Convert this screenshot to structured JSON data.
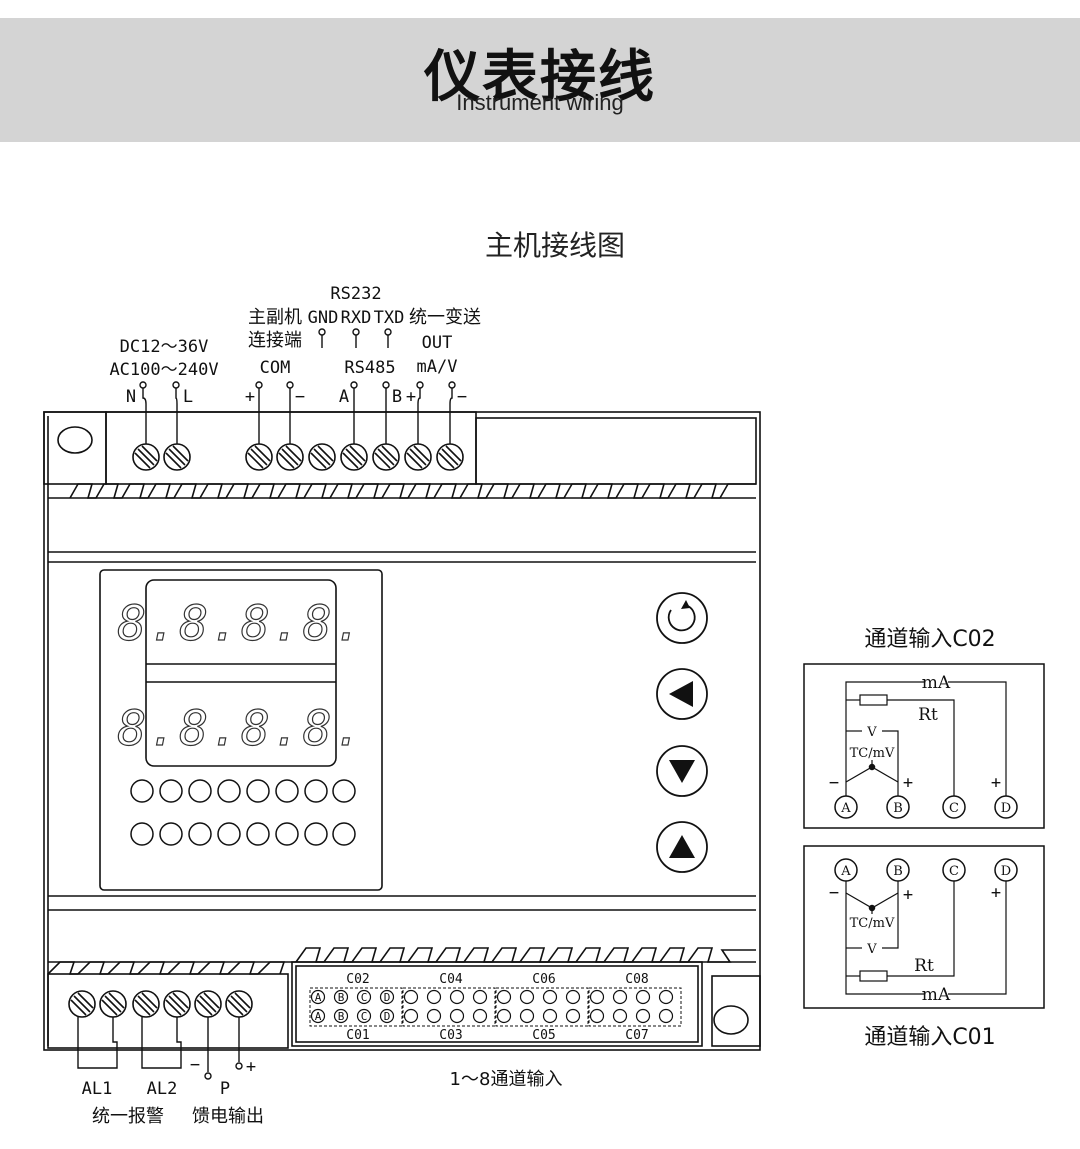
{
  "header": {
    "title": "仪表接线",
    "subtitle": "Instrument wiring"
  },
  "diagram": {
    "title": "主机接线图",
    "power": {
      "label_dc": "DC12～36V",
      "label_ac": "AC100～240V",
      "pin_n": "N",
      "pin_l": "L"
    },
    "com": {
      "label_line1": "主副机",
      "label_line2": "连接端",
      "label": "COM",
      "plus": "+",
      "minus": "−"
    },
    "rs232": {
      "label": "RS232",
      "gnd": "GND",
      "rxd": "RXD",
      "txd": "TXD"
    },
    "rs485": {
      "label": "RS485",
      "pin_a": "A",
      "pin_b": "B"
    },
    "out": {
      "label_line1": "统一变送",
      "label_line2": "OUT",
      "label_line3": "mA/V",
      "plus": "+",
      "minus": "−"
    },
    "alarm": {
      "al1": "AL1",
      "al2": "AL2",
      "label": "统一报警"
    },
    "feed": {
      "minus": "−",
      "plus": "+",
      "pin": "P",
      "label": "馈电输出"
    },
    "channels": {
      "top": [
        "C02",
        "C04",
        "C06",
        "C08"
      ],
      "bottom": [
        "C01",
        "C03",
        "C05",
        "C07"
      ],
      "letters": [
        "A",
        "B",
        "C",
        "D"
      ],
      "label": "1～8通道输入"
    },
    "display": {
      "digits": "8.8.8.8."
    }
  },
  "panel_c02": {
    "title": "通道输入C02",
    "ma": "mA",
    "rt": "Rt",
    "v": "V",
    "tc": "TC/mV",
    "minus": "−",
    "plus": "+",
    "pins": [
      "A",
      "B",
      "C",
      "D"
    ]
  },
  "panel_c01": {
    "title": "通道输入C01",
    "ma": "mA",
    "rt": "Rt",
    "v": "V",
    "tc": "TC/mV",
    "minus": "−",
    "plus": "+",
    "pins": [
      "A",
      "B",
      "C",
      "D"
    ]
  }
}
